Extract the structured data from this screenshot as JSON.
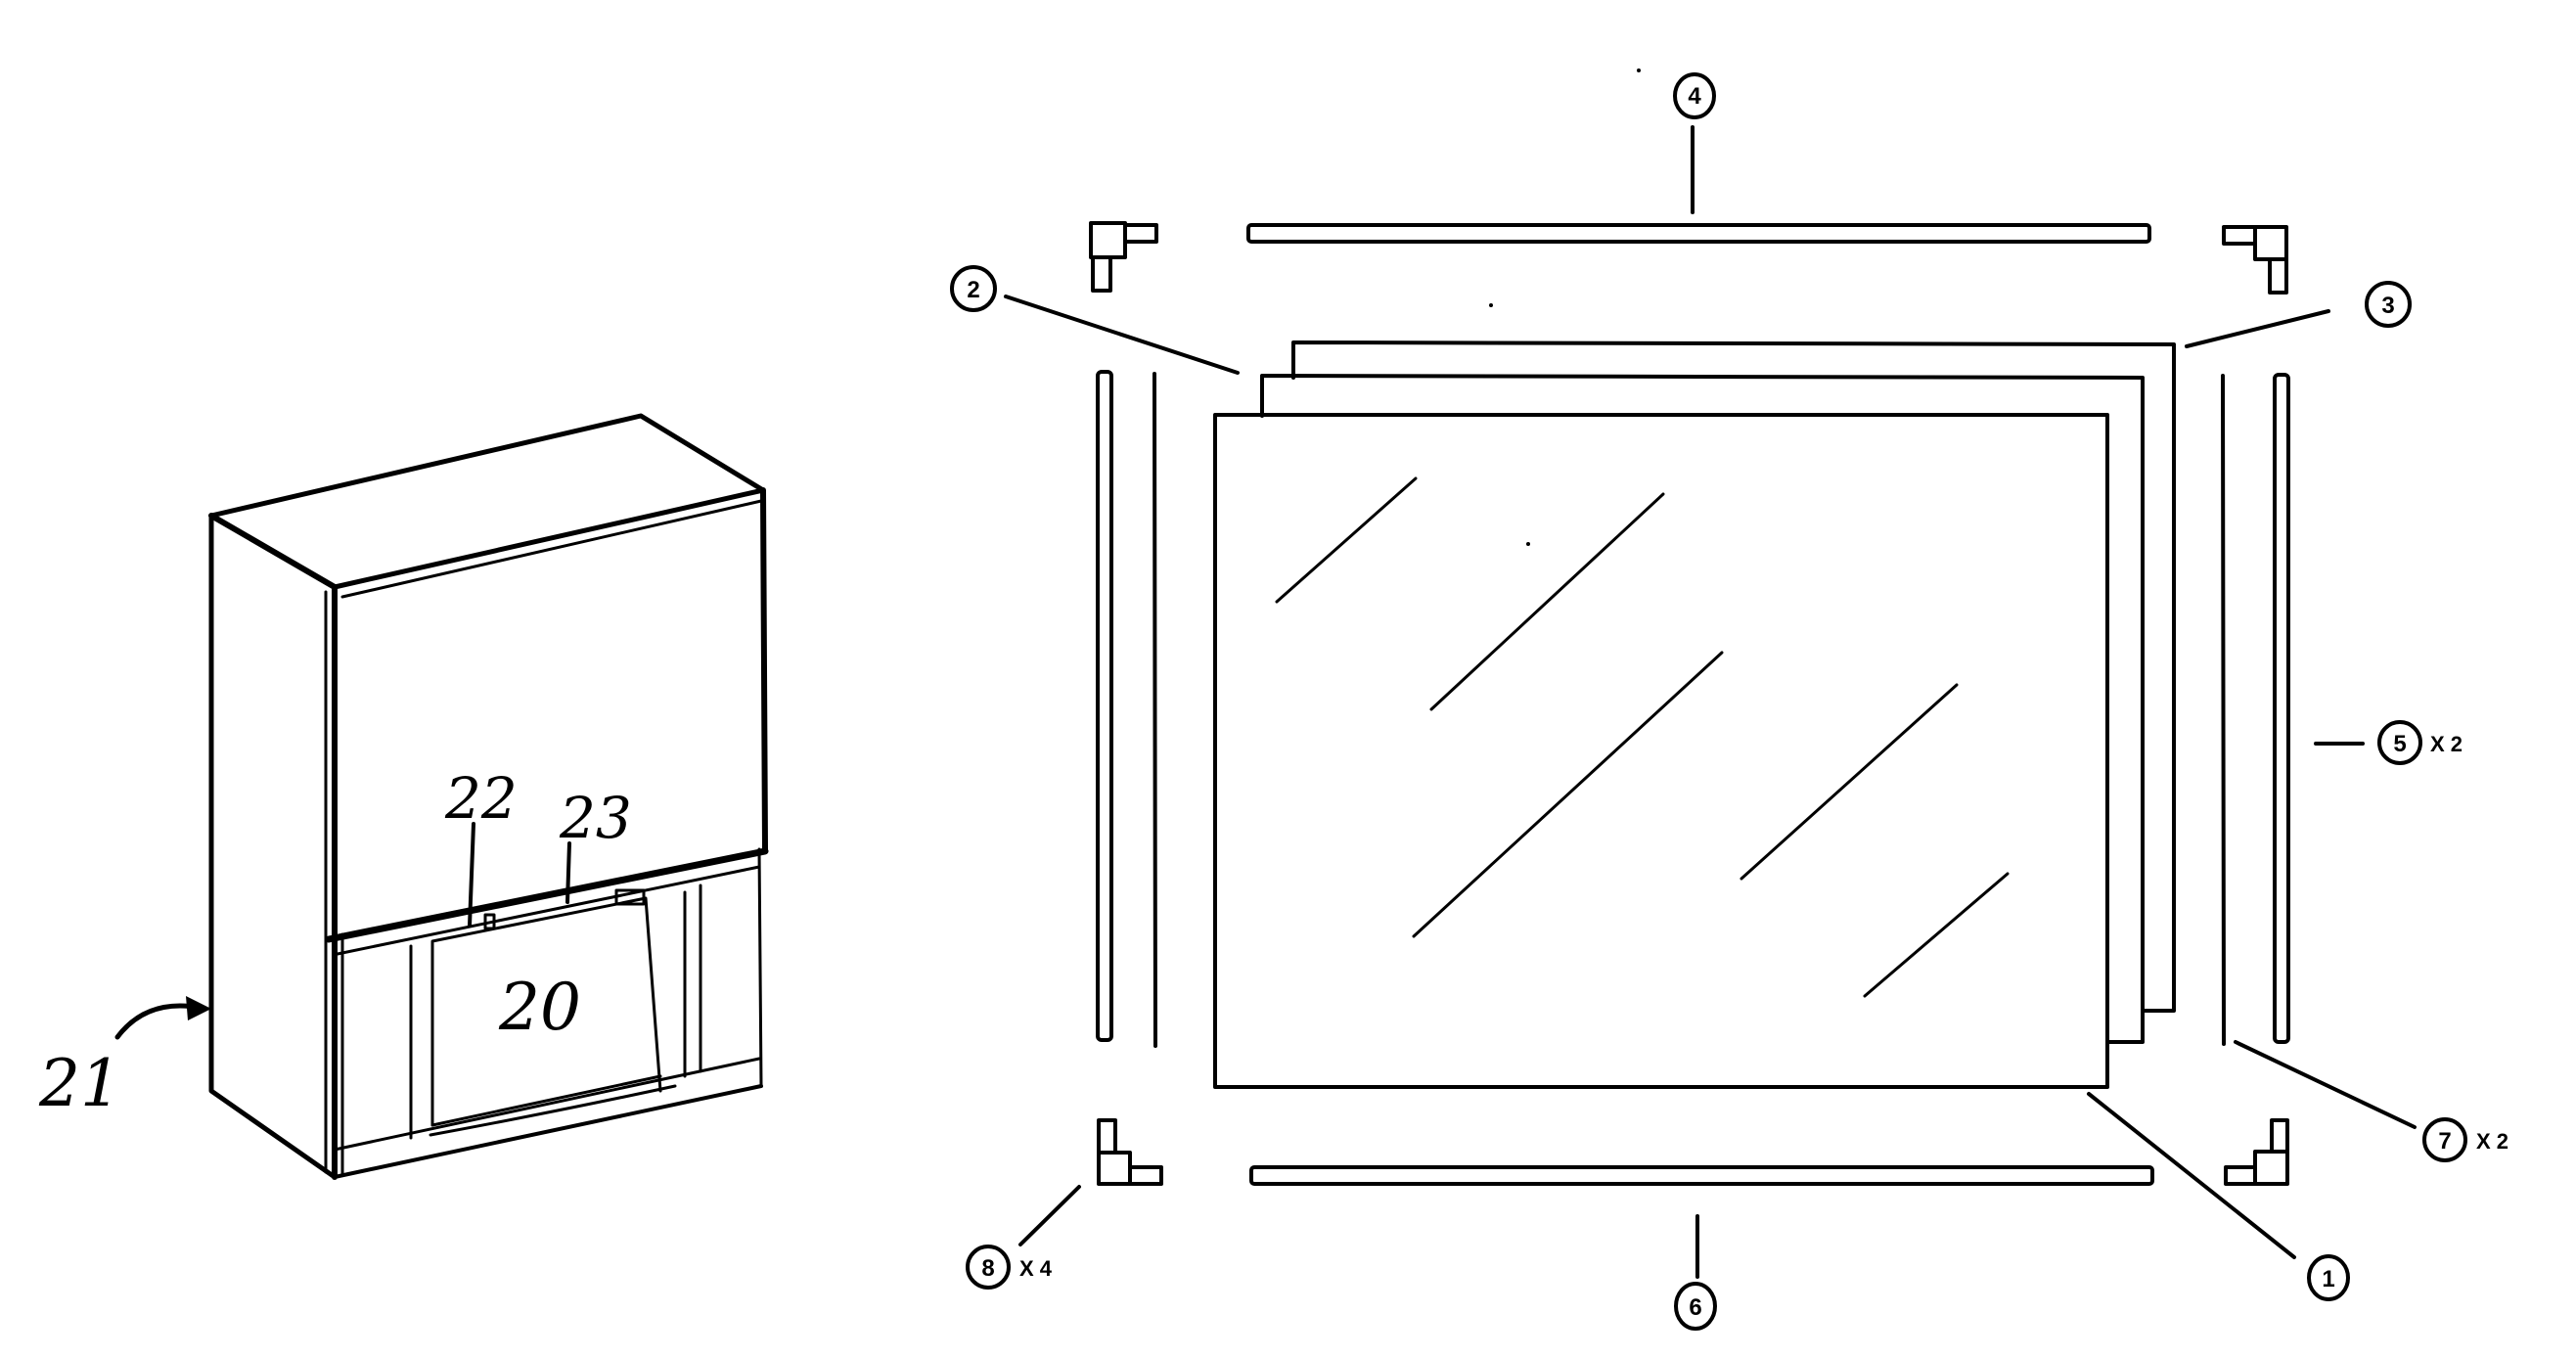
{
  "figure": {
    "type": "patent exploded-view drawing",
    "background": "#ffffff",
    "ink": "#000000"
  },
  "tv_view": {
    "labels": {
      "cabinet": "21",
      "screen_area": "20",
      "part_22": "22",
      "part_23": "23"
    }
  },
  "exploded_view": {
    "callouts": [
      {
        "id": "1",
        "num": "1",
        "qty": ""
      },
      {
        "id": "2",
        "num": "2",
        "qty": ""
      },
      {
        "id": "3",
        "num": "3",
        "qty": ""
      },
      {
        "id": "4",
        "num": "4",
        "qty": ""
      },
      {
        "id": "5",
        "num": "5",
        "qty": "X 2"
      },
      {
        "id": "6",
        "num": "6",
        "qty": ""
      },
      {
        "id": "7",
        "num": "7",
        "qty": "X 2"
      },
      {
        "id": "8",
        "num": "8",
        "qty": "X 4"
      }
    ]
  }
}
